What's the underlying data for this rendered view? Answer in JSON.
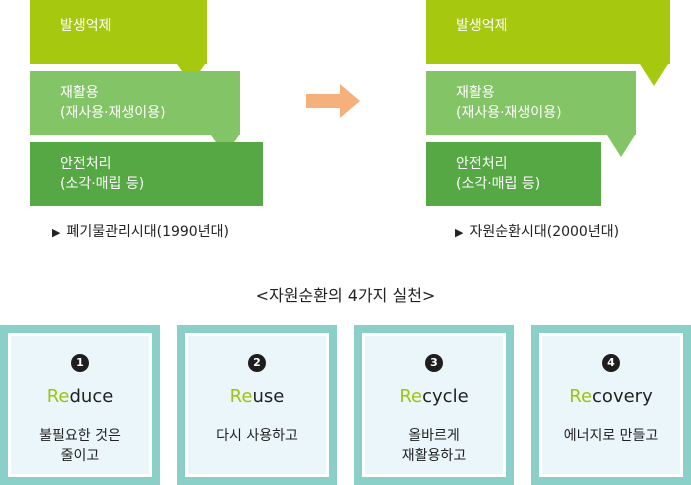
{
  "left_diagram": {
    "step1": "발생억제",
    "step2_line1": "재활용",
    "step2_line2": "(재사용·재생이용)",
    "step3_line1": "안전처리",
    "step3_line2": "(소각·매립 등)",
    "caption": "폐기물관리시대(1990년대)"
  },
  "right_diagram": {
    "step1": "발생억제",
    "step2_line1": "재활용",
    "step2_line2": "(재사용·재생이용)",
    "step3_line1": "안전처리",
    "step3_line2": "(소각·매립 등)",
    "caption": "자원순환시대(2000년대)"
  },
  "section_title": "<자원순환의 4가지 실천>",
  "cards": [
    {
      "number": "1",
      "prefix": "Re",
      "suffix": "duce",
      "desc_line1": "불필요한 것은",
      "desc_line2": "줄이고"
    },
    {
      "number": "2",
      "prefix": "Re",
      "suffix": "use",
      "desc_line1": "다시 사용하고",
      "desc_line2": ""
    },
    {
      "number": "3",
      "prefix": "Re",
      "suffix": "cycle",
      "desc_line1": "올바르게",
      "desc_line2": "재활용하고"
    },
    {
      "number": "4",
      "prefix": "Re",
      "suffix": "covery",
      "desc_line1": "에너지로 만들고",
      "desc_line2": ""
    }
  ],
  "colors": {
    "lime": "#a6c90f",
    "light_green": "#83c466",
    "mid_green": "#55a844",
    "card_border": "#8ad0c9",
    "card_bg": "#eaf6fa",
    "arrow": "#f6b07b",
    "re_accent": "#9cc30d"
  },
  "icons": {
    "period_marker": "triangle-right-icon",
    "transition": "arrow-right-icon"
  }
}
